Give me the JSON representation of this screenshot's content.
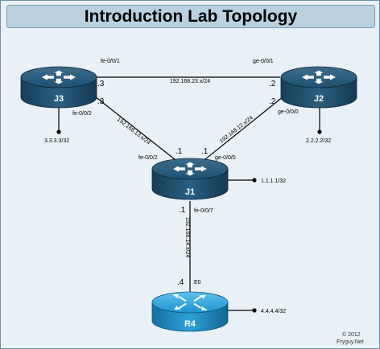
{
  "title": "Introduction Lab Topology",
  "copyright": "© 2012",
  "site": "Fryguy.Net",
  "routers": {
    "j3": {
      "name": "J3",
      "loopback": "3.3.3.3/32"
    },
    "j2": {
      "name": "J2",
      "loopback": "2.2.2.2/32"
    },
    "j1": {
      "name": "J1",
      "loopback": "1.1.1.1/32"
    },
    "r4": {
      "name": "R4",
      "loopback": "4.4.4.4/32"
    }
  },
  "links": {
    "j3_j2": {
      "subnet": "192.168.23.x/24",
      "j3_if": "fe-0/0/1",
      "j3_host": ".3",
      "j2_if": "ge-0/0/1",
      "j2_host": ".2"
    },
    "j3_j1": {
      "subnet": "192.168.13.x/24",
      "j3_if": "fe-0/0/2",
      "j3_host": ".3",
      "j1_if": "fe-0/0/2",
      "j1_host": ".1"
    },
    "j2_j1": {
      "subnet": "192.168.12.x/24",
      "j2_if": "ge-0/0/0",
      "j2_host": ".2",
      "j1_if": "ge-0/0/0",
      "j1_host": ".1"
    },
    "j1_r4": {
      "subnet": "192.168.14.x/24",
      "j1_if": "fe-0/0/7",
      "j1_host": ".1",
      "r4_if": "E0",
      "r4_host": ".4"
    }
  },
  "colors": {
    "background": "#e9f1f6",
    "title_bar": "#b9d1e1",
    "juniper_router": "#1f4f6e",
    "cisco_router": "#1c8fc9"
  },
  "icons": {
    "juniper": "juniper-router-icon",
    "cisco": "cisco-router-icon"
  }
}
